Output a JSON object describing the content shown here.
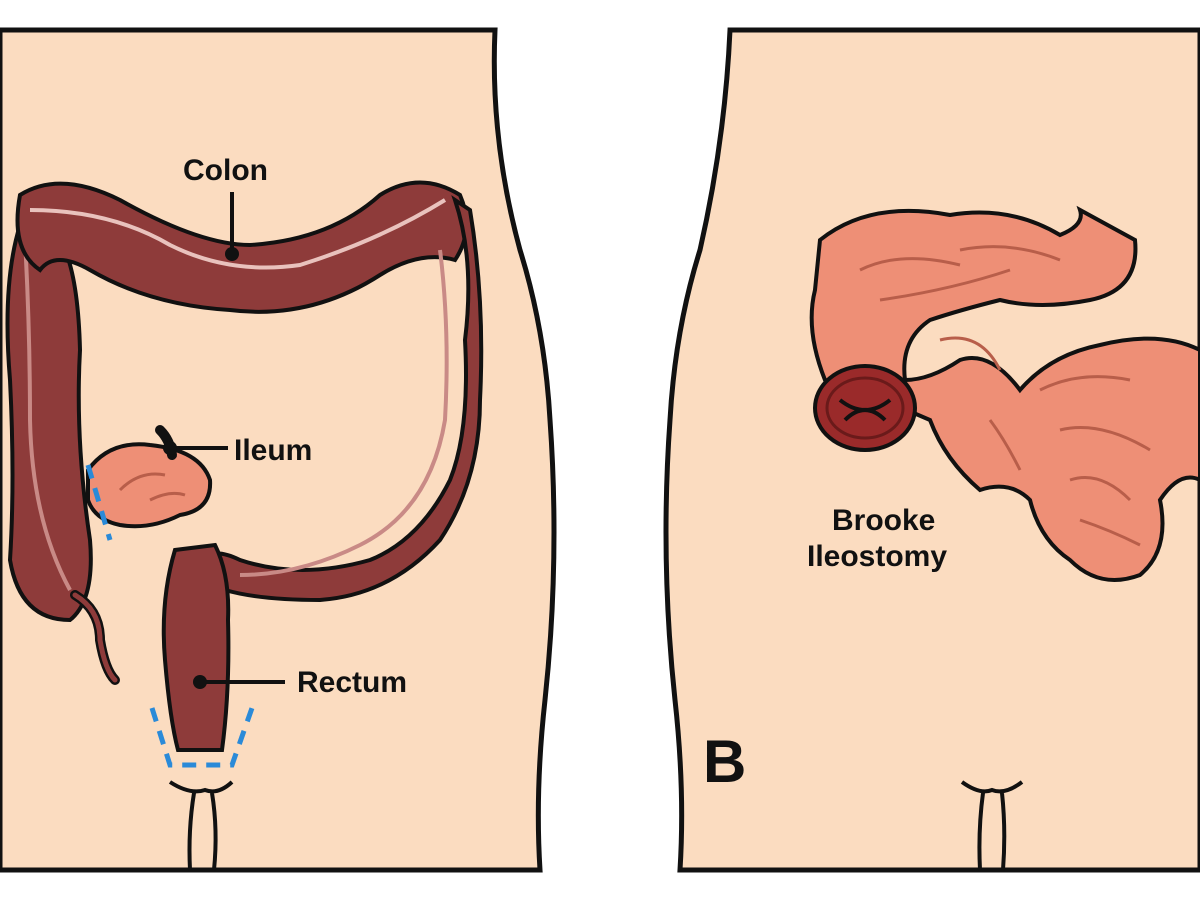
{
  "labels": {
    "colon": "Colon",
    "ileum": "Ileum",
    "rectum": "Rectum",
    "stoma_line1": "Brooke",
    "stoma_line2": "Ileostomy",
    "panel_b": "B"
  },
  "colors": {
    "skin": "#fbdcc0",
    "outline": "#111111",
    "colon": "#8e3b3a",
    "colon_dark": "#6a2624",
    "colon_highlight": "#c98a86",
    "small_intestine": "#ee8f76",
    "small_intestine_dark": "#b85e4a",
    "stoma": "#9a2a2a",
    "cut_line": "#2a8ad8"
  },
  "icons": {
    "stoma": "stoma-icon",
    "cut_marker": "dashed-cut-marker"
  }
}
